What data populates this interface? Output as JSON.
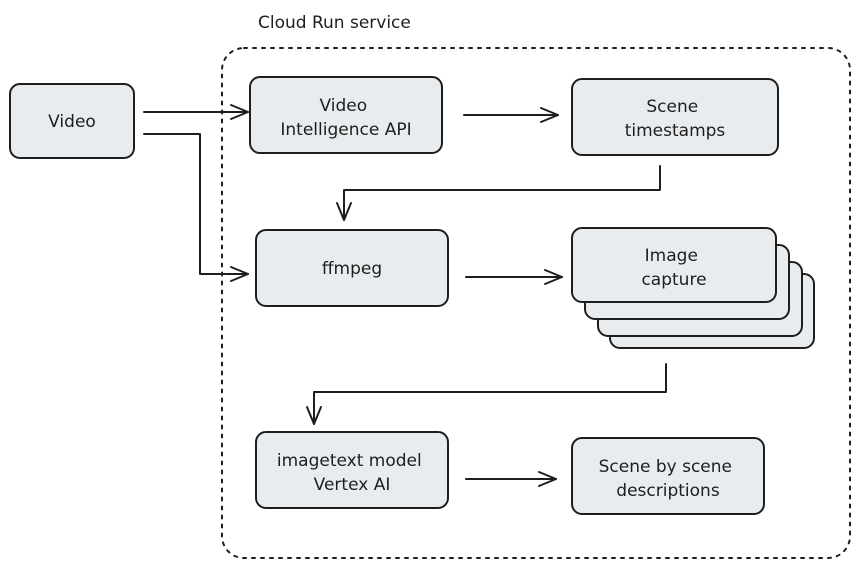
{
  "container": {
    "title": "Cloud Run service"
  },
  "nodes": {
    "video": {
      "lines": [
        "Video"
      ]
    },
    "vi_api": {
      "lines": [
        "Video",
        "Intelligence API"
      ]
    },
    "scene_timestamps": {
      "lines": [
        "Scene",
        "timestamps"
      ]
    },
    "ffmpeg": {
      "lines": [
        "ffmpeg"
      ]
    },
    "image_capture": {
      "lines": [
        "Image",
        "capture"
      ]
    },
    "imagetext": {
      "lines": [
        "imagetext model",
        "Vertex AI"
      ]
    },
    "scene_descriptions": {
      "lines": [
        "Scene by scene",
        "descriptions"
      ]
    }
  },
  "colors": {
    "node_fill": "#e9ecef",
    "stroke": "#1e1e1e"
  }
}
